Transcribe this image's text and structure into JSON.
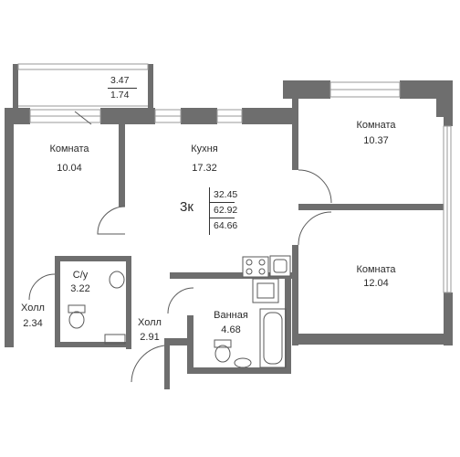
{
  "rooms": [
    {
      "name": "Комната",
      "area": "10.04"
    },
    {
      "name": "Кухня",
      "area": "17.32"
    },
    {
      "name": "Комната",
      "area": "10.37"
    },
    {
      "name": "Комната",
      "area": "12.04"
    },
    {
      "name": "С/у",
      "area": "3.22"
    },
    {
      "name": "Холл",
      "area": "2.34"
    },
    {
      "name": "Холл",
      "area": "2.91"
    },
    {
      "name": "Ванная",
      "area": "4.68"
    }
  ],
  "balcony": {
    "area_full": "3.47",
    "area_reduced": "1.74"
  },
  "apartment": {
    "type": "3к",
    "living_area": "32.45",
    "total_area": "62.92",
    "total_with_balcony": "64.66"
  },
  "colors": {
    "wall": "#6e6e6e",
    "line": "#5a5a5a",
    "window": "#9a9a9a"
  }
}
